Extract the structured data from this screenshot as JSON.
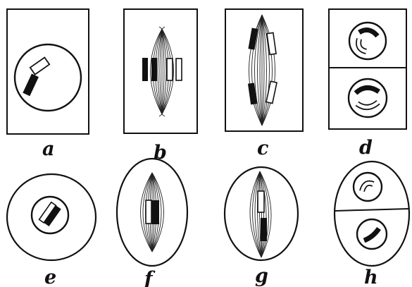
{
  "figure": {
    "panels": [
      {
        "label": "a"
      },
      {
        "label": "b"
      },
      {
        "label": "c"
      },
      {
        "label": "d"
      },
      {
        "label": "e"
      },
      {
        "label": "f"
      },
      {
        "label": "g"
      },
      {
        "label": "h"
      }
    ]
  },
  "colors": {
    "ink": "#111111",
    "background": "#ffffff"
  }
}
